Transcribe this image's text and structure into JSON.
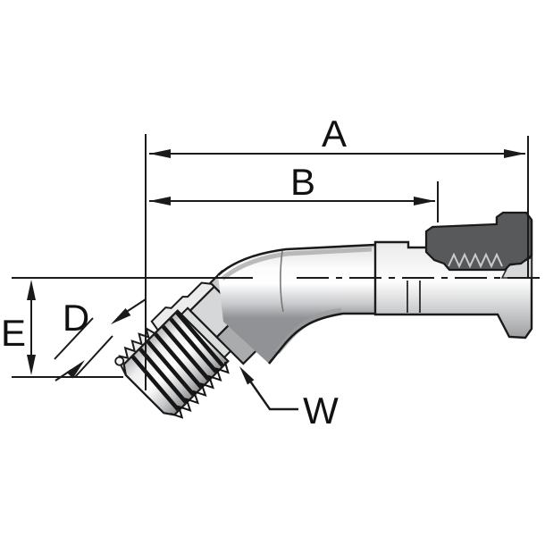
{
  "diagram": {
    "type": "engineering-dimension-drawing",
    "subject": "45-degree elbow hose fitting shown in half-section with dimension callouts",
    "labels": {
      "a": "A",
      "b": "B",
      "d": "D",
      "e": "E",
      "w": "W"
    },
    "colors": {
      "line": "#1a1a1a",
      "section_fill": "#58595b",
      "hex_upper_flat": "#d5d7d8",
      "hex_lower_flat": "#a9abad",
      "neck_fill": "#dcdddd",
      "collar_fill": "#c6c8ca",
      "background": "#ffffff"
    }
  }
}
